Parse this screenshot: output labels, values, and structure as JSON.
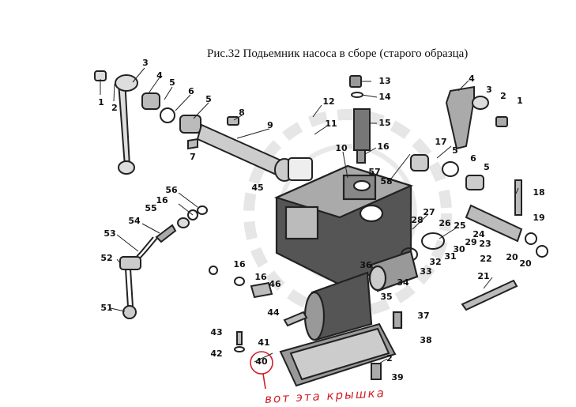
{
  "figure": {
    "title": "Рис.32 Подьемник насоса в сборе (старого образца)",
    "annotation": "вот эта крышка",
    "annotation_color": "#d11f2a",
    "line_color": "#222222"
  },
  "labels": [
    {
      "text": "1"
    },
    {
      "text": "2"
    },
    {
      "text": "3"
    },
    {
      "text": "4"
    },
    {
      "text": "5"
    },
    {
      "text": "6"
    },
    {
      "text": "5"
    },
    {
      "text": "8"
    },
    {
      "text": "9"
    },
    {
      "text": "7"
    },
    {
      "text": "12"
    },
    {
      "text": "11"
    },
    {
      "text": "10"
    },
    {
      "text": "45"
    },
    {
      "text": "13"
    },
    {
      "text": "14"
    },
    {
      "text": "15"
    },
    {
      "text": "16"
    },
    {
      "text": "57"
    },
    {
      "text": "58"
    },
    {
      "text": "4"
    },
    {
      "text": "3"
    },
    {
      "text": "2"
    },
    {
      "text": "1"
    },
    {
      "text": "17"
    },
    {
      "text": "5"
    },
    {
      "text": "6"
    },
    {
      "text": "5"
    },
    {
      "text": "18"
    },
    {
      "text": "19"
    },
    {
      "text": "56"
    },
    {
      "text": "16"
    },
    {
      "text": "55"
    },
    {
      "text": "54"
    },
    {
      "text": "53"
    },
    {
      "text": "52"
    },
    {
      "text": "51"
    },
    {
      "text": "27"
    },
    {
      "text": "28"
    },
    {
      "text": "26"
    },
    {
      "text": "25"
    },
    {
      "text": "24"
    },
    {
      "text": "29"
    },
    {
      "text": "23"
    },
    {
      "text": "30"
    },
    {
      "text": "32"
    },
    {
      "text": "31"
    },
    {
      "text": "22"
    },
    {
      "text": "20"
    },
    {
      "text": "20"
    },
    {
      "text": "16"
    },
    {
      "text": "16"
    },
    {
      "text": "46"
    },
    {
      "text": "36"
    },
    {
      "text": "34"
    },
    {
      "text": "33"
    },
    {
      "text": "21"
    },
    {
      "text": "35"
    },
    {
      "text": "37"
    },
    {
      "text": "38"
    },
    {
      "text": "44"
    },
    {
      "text": "43"
    },
    {
      "text": "42"
    },
    {
      "text": "41"
    },
    {
      "text": "40"
    },
    {
      "text": "2"
    },
    {
      "text": "39"
    }
  ]
}
